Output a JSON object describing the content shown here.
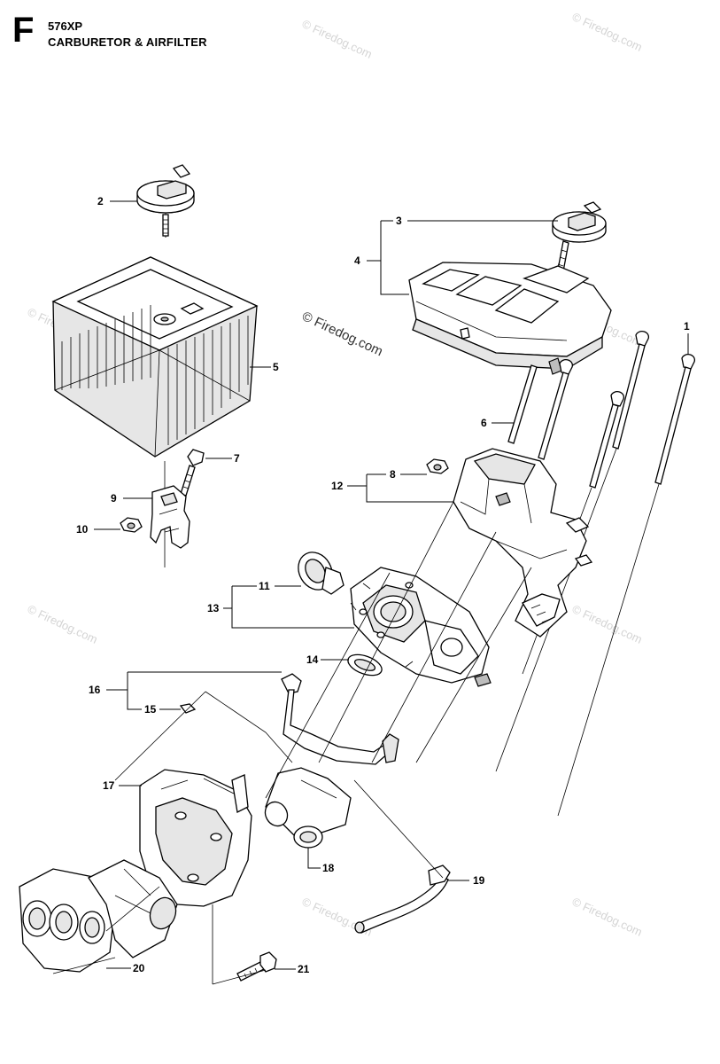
{
  "header": {
    "section_letter": "F",
    "model": "576XP",
    "title": "CARBURETOR & AIRFILTER"
  },
  "watermark": {
    "center_text": "© Firedog.com",
    "faint_text": "© Firedog.com"
  },
  "callouts": [
    {
      "number": "1"
    },
    {
      "number": "2"
    },
    {
      "number": "3"
    },
    {
      "number": "4"
    },
    {
      "number": "5"
    },
    {
      "number": "6"
    },
    {
      "number": "7"
    },
    {
      "number": "8"
    },
    {
      "number": "9"
    },
    {
      "number": "10"
    },
    {
      "number": "11"
    },
    {
      "number": "12"
    },
    {
      "number": "13"
    },
    {
      "number": "14"
    },
    {
      "number": "15"
    },
    {
      "number": "16"
    },
    {
      "number": "17"
    },
    {
      "number": "18"
    },
    {
      "number": "19"
    },
    {
      "number": "20"
    },
    {
      "number": "21"
    }
  ]
}
